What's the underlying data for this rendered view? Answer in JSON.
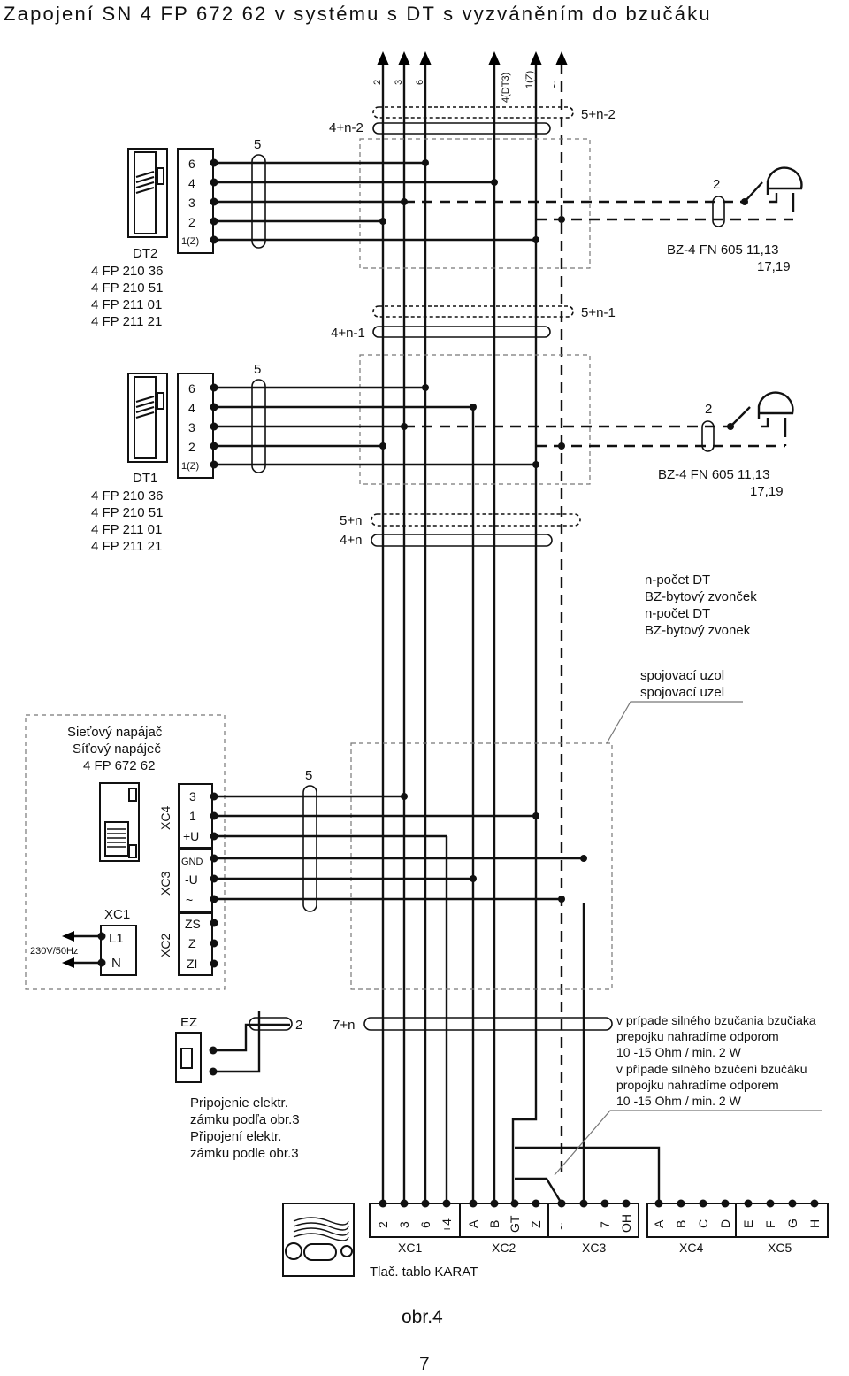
{
  "title": "Zapojení SN  4 FP 672 62 v systému s DT s vyzváněním do bzučáku",
  "top_arrows": [
    "2",
    "3",
    "6",
    "4(DT3)",
    "1(Z)",
    "~"
  ],
  "bus_labels": {
    "c4n2": "4+n-2",
    "c5n2": "5+n-2",
    "c4n1": "4+n-1",
    "c5n1": "5+n-1",
    "c5n": "5+n",
    "c4n": "4+n",
    "c7n": "7+n"
  },
  "dt2": {
    "name": "DT2",
    "models": [
      "4 FP 210 36",
      "4 FP 210 51",
      "4 FP 211 01",
      "4 FP 211 21"
    ],
    "pins": [
      "6",
      "4",
      "3",
      "2",
      "1(Z)"
    ],
    "cable": "5"
  },
  "dt1": {
    "name": "DT1",
    "models": [
      "4 FP 210 36",
      "4 FP 210 51",
      "4 FP 211 01",
      "4 FP 211 21"
    ],
    "pins": [
      "6",
      "4",
      "3",
      "2",
      "1(Z)"
    ],
    "cable": "5"
  },
  "bz_upper": {
    "wires": "2",
    "model_line1": "BZ-4 FN 605 11,13",
    "model_line2": "17,19"
  },
  "bz_lower": {
    "wires": "2",
    "model_line1": "BZ-4 FN 605 11,13",
    "model_line2": "17,19"
  },
  "bz_symbol": "~",
  "legend": [
    "n-počet DT",
    "BZ-bytový zvonček",
    "n-počet DT",
    "BZ-bytový zvonek"
  ],
  "junction_note": [
    "spojovací uzol",
    "spojovací uzel"
  ],
  "psu": {
    "title": [
      "Sieťový napájač",
      "Síťový napáječ",
      "4 FP 672 62"
    ],
    "connectors": {
      "xc4": "XC4",
      "xc3": "XC3",
      "xc2": "XC2"
    },
    "xc4_pins": [
      "3",
      "1",
      "+U"
    ],
    "xc3_pins": [
      "GND",
      "-U",
      "~"
    ],
    "xc2_pins": [
      "ZS",
      "Z",
      "ZI"
    ],
    "xc1": {
      "name": "XC1",
      "pins": [
        "L1",
        "N"
      ],
      "mains": "230V/50Hz"
    },
    "cable": "5"
  },
  "lock": {
    "label": "EZ",
    "wires": "2",
    "note": [
      "Pripojenie elektr.",
      "zámku podľa obr.3",
      "Připojení elektr.",
      "zámku podle obr.3"
    ]
  },
  "resistor_note": [
    "v prípade silného bzučania bzučiaka",
    "prepojku nahradíme odporom",
    "10 -15 Ohm / min. 2 W",
    "v případe silného bzučení bzučáku",
    "propojku nahradíme odporem",
    "10 -15 Ohm / min. 2 W"
  ],
  "karat": {
    "label": "Tlač. tablo KARAT",
    "groups": [
      {
        "name": "XC1",
        "pins": [
          "2",
          "3",
          "6",
          "+4"
        ]
      },
      {
        "name": "XC2",
        "pins": [
          "A",
          "B",
          "GT",
          "Z"
        ]
      },
      {
        "name": "XC3",
        "pins": [
          "~",
          "—",
          "7",
          "OH"
        ]
      },
      {
        "name": "XC4",
        "pins": [
          "A",
          "B",
          "C",
          "D"
        ]
      },
      {
        "name": "XC5",
        "pins": [
          "E",
          "F",
          "G",
          "H"
        ]
      }
    ]
  },
  "figure_label": "obr.4",
  "page_number": "7"
}
